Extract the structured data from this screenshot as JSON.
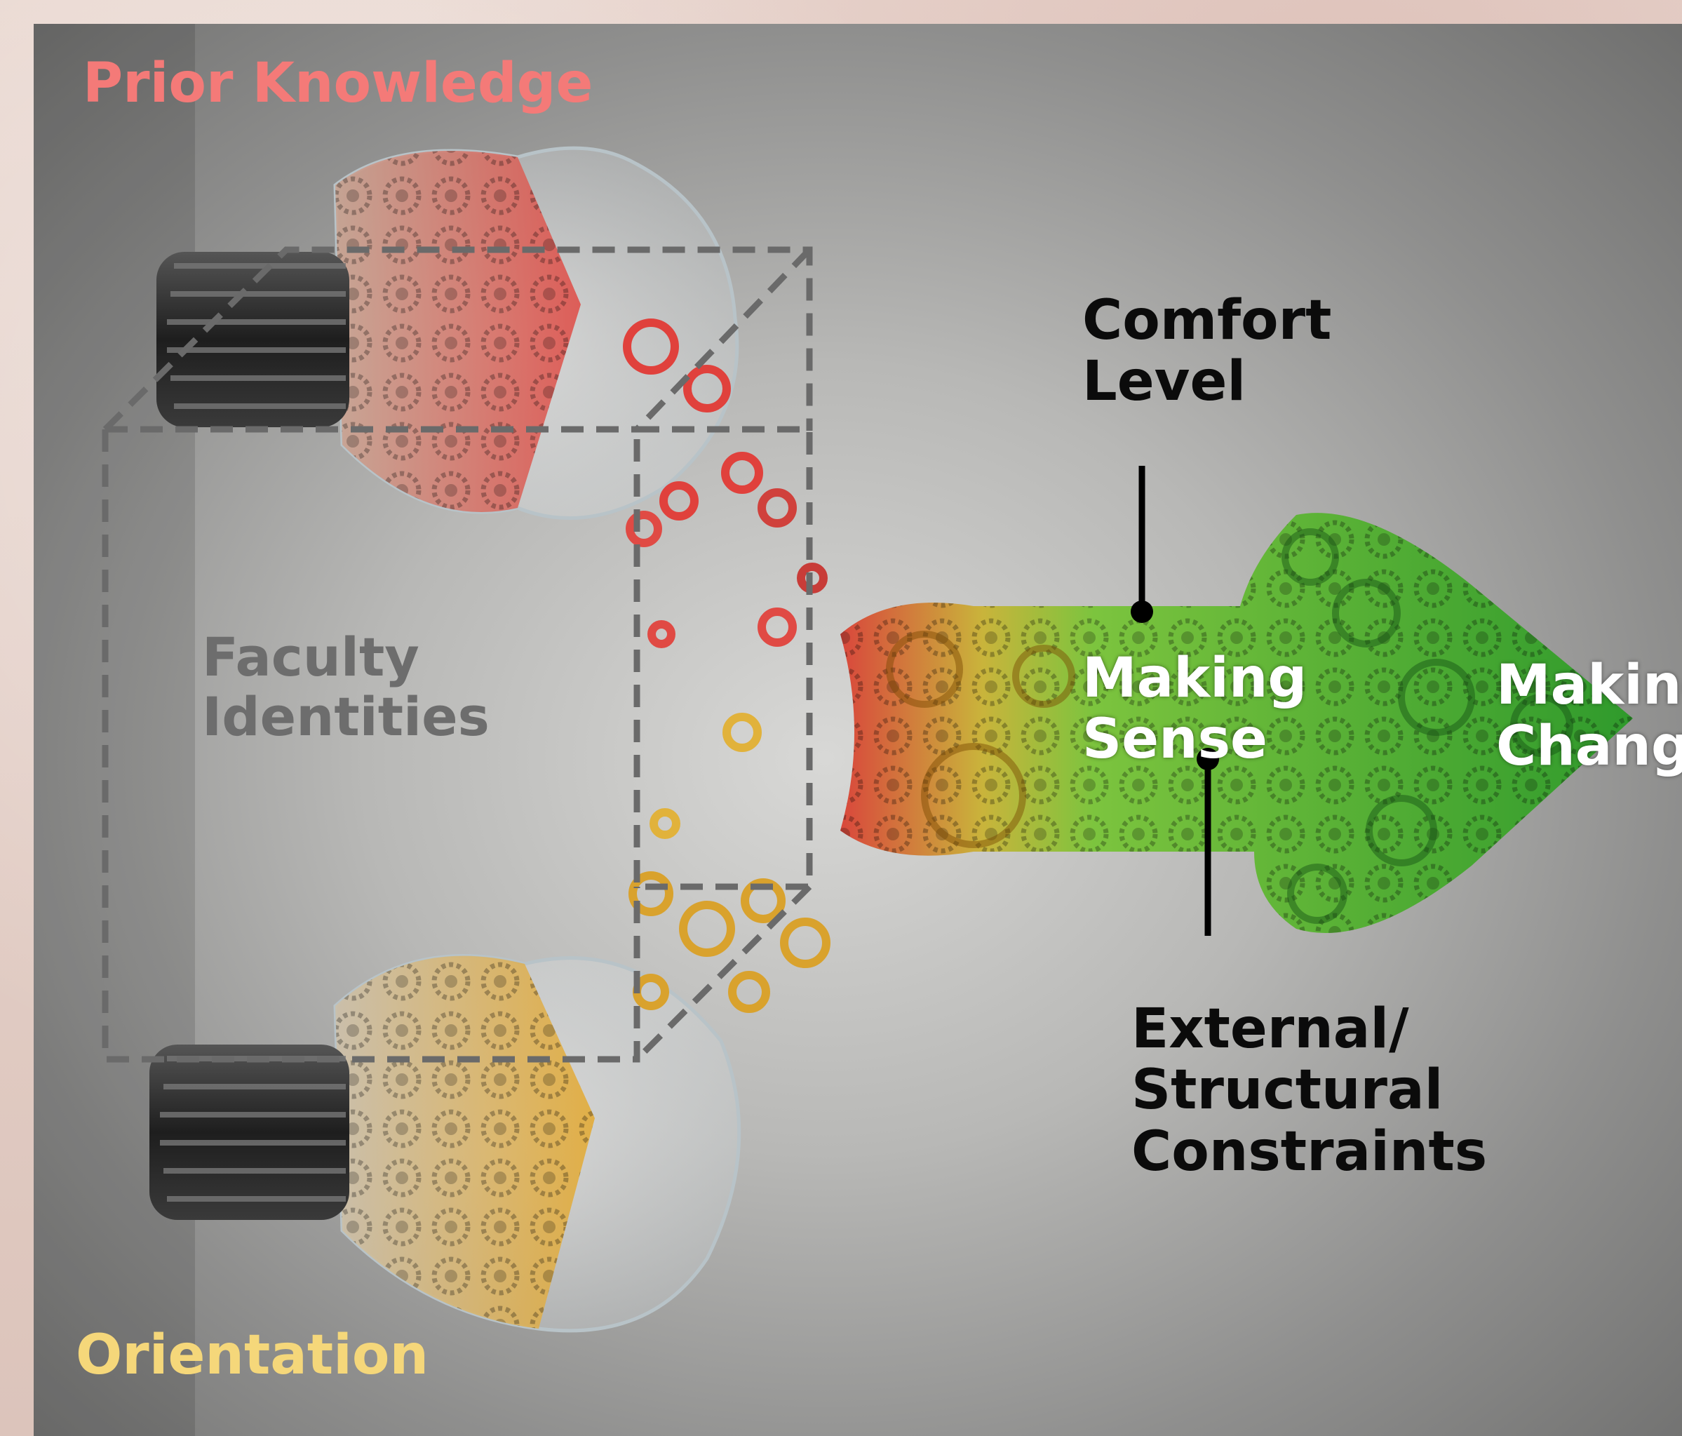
{
  "labels": {
    "prior_knowledge": "Prior Knowledge",
    "orientation": "Orientation",
    "faculty_identities": "Faculty Identities",
    "comfort_level": "Comfort Level",
    "making_sense": "Making Sense",
    "making_change": "Making Change",
    "external_constraints": "External/ Structural Constraints"
  },
  "colors": {
    "prior_knowledge": "#f47a78",
    "orientation": "#f5d77a",
    "faculty_identities": "#6d6d6d",
    "red_gears": "#d8403c",
    "yellow_gears": "#e0a830",
    "green_gears": "#4caf3a",
    "callout_line": "#000000",
    "dashed_outline": "#6a6a6a"
  },
  "icons": [
    "light-bulb-icon",
    "gear-icon",
    "arrow-icon"
  ]
}
